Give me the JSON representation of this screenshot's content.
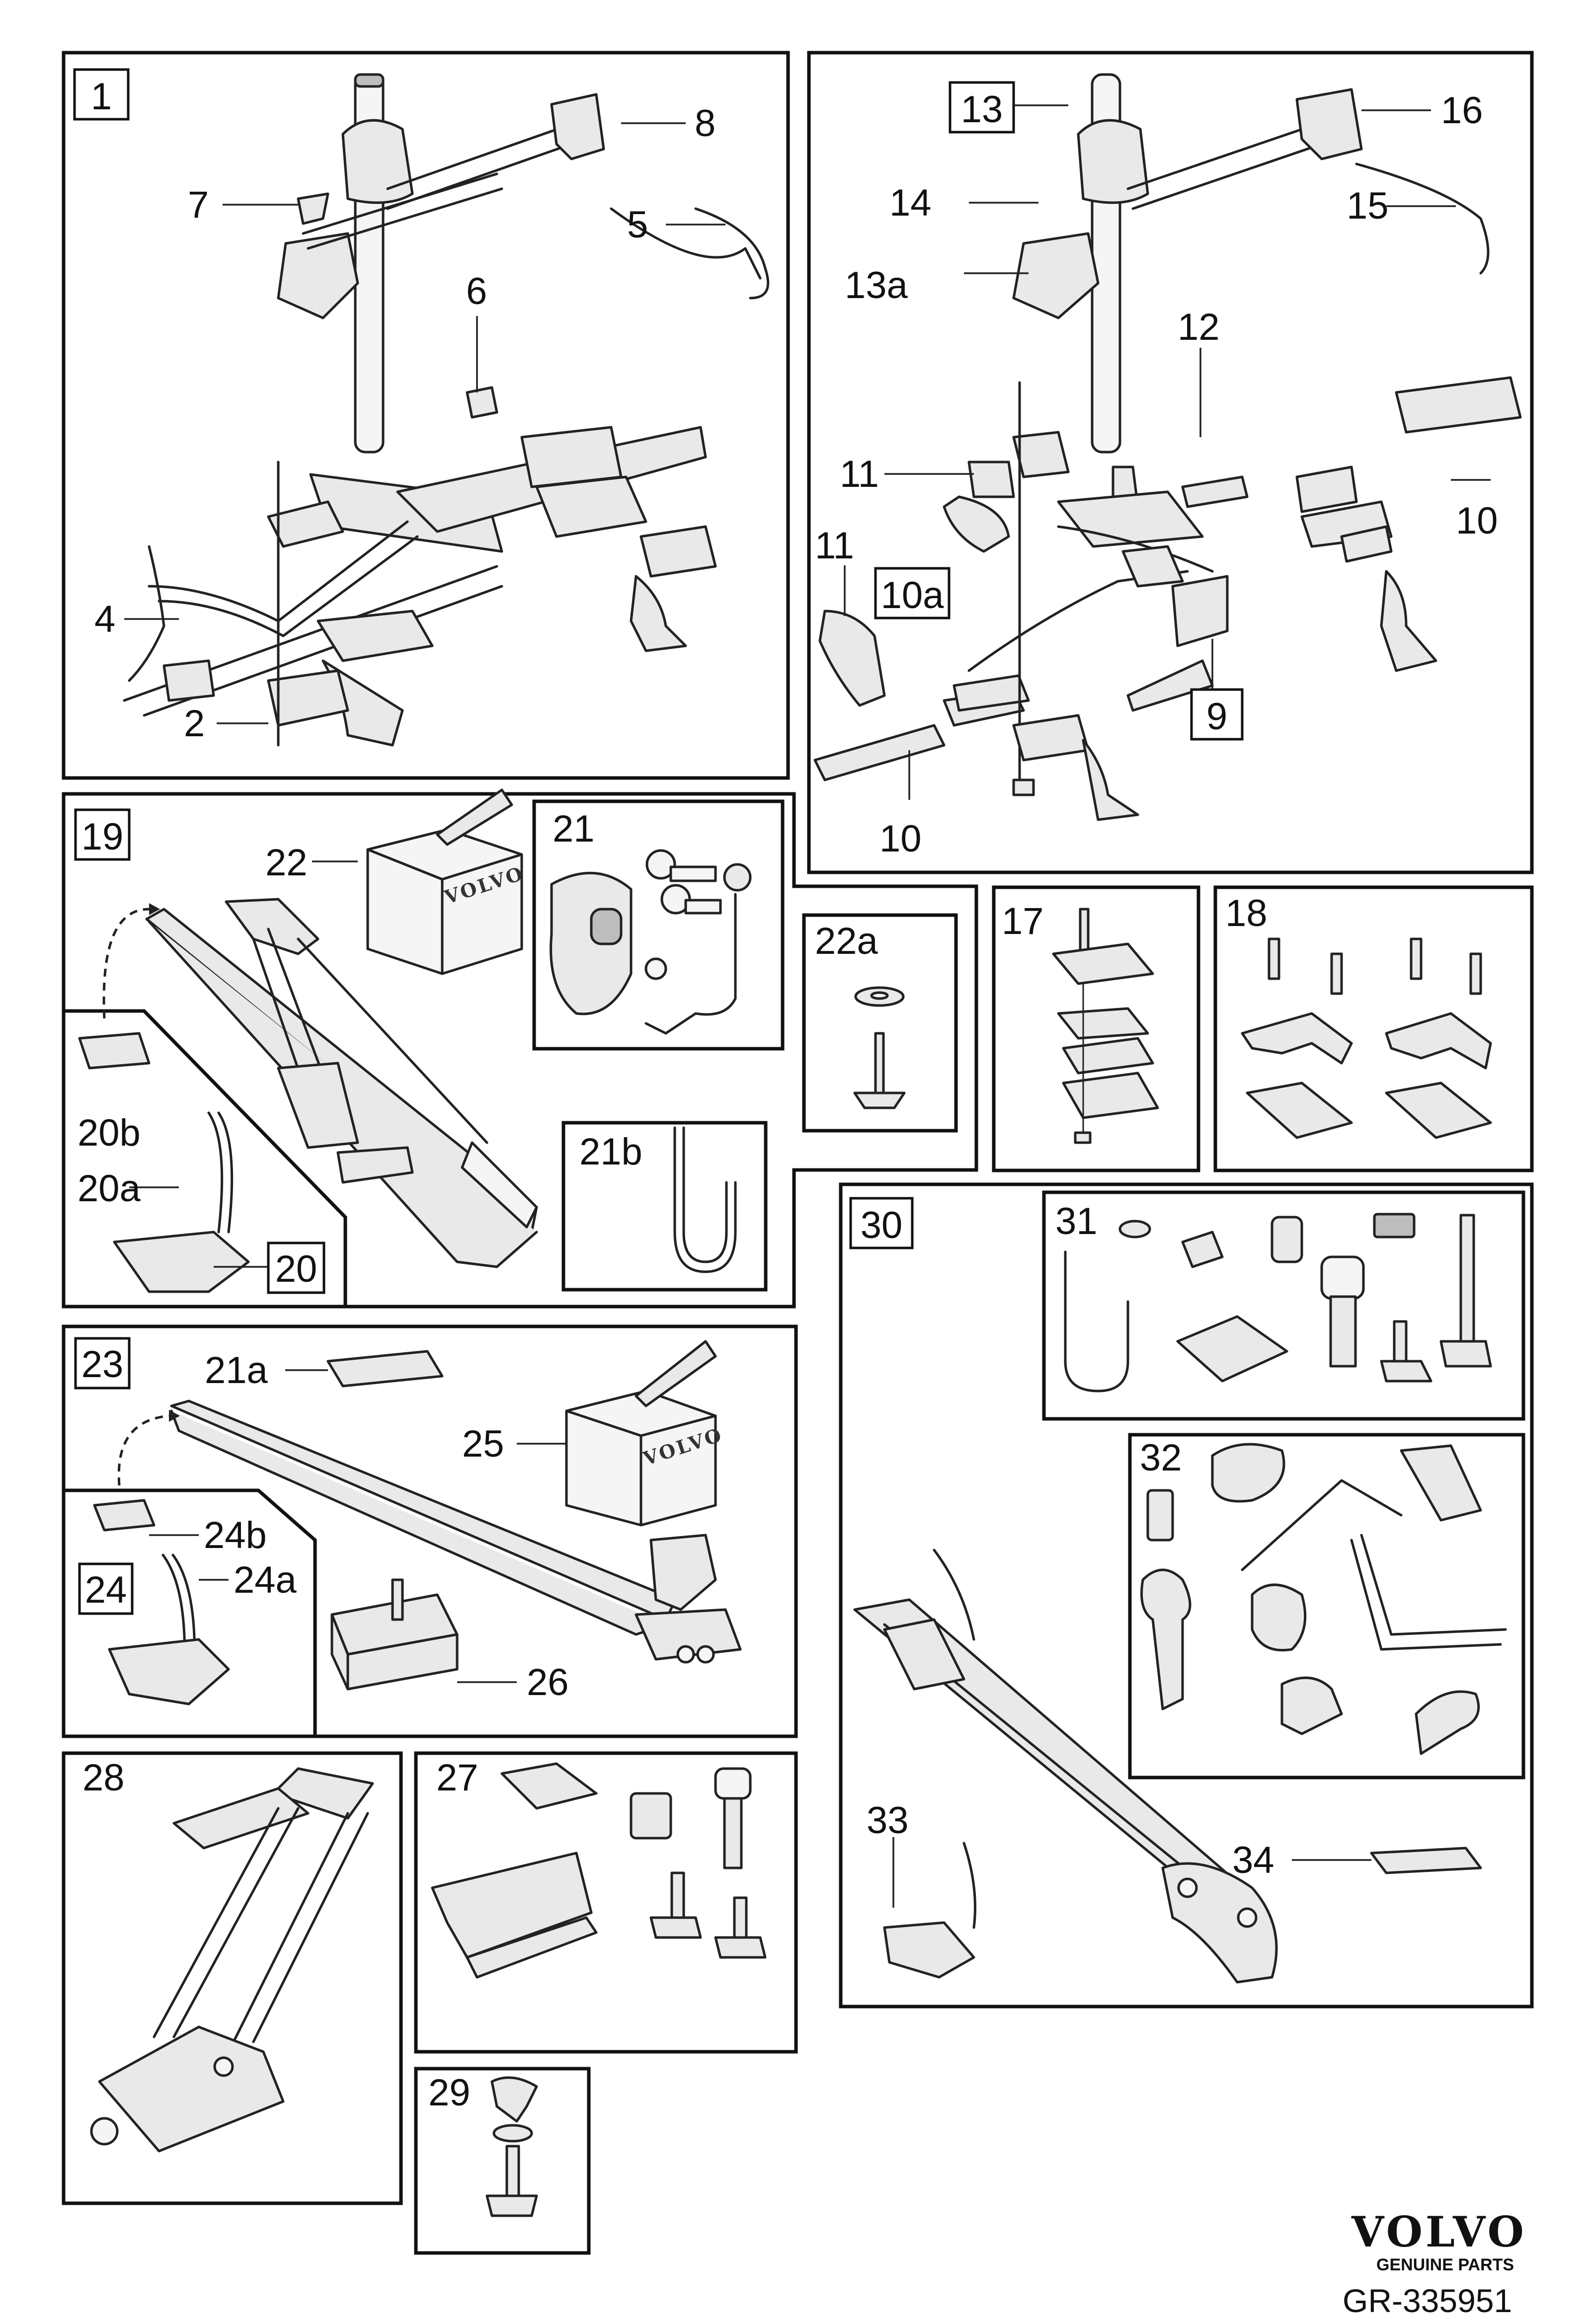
{
  "panels": [
    {
      "id": "1",
      "callouts": [
        "8",
        "7",
        "5",
        "6",
        "4",
        "2"
      ]
    },
    {
      "id": "13",
      "callouts": [
        "16",
        "14",
        "15",
        "13a",
        "12",
        "11",
        "10",
        "11",
        "10a",
        "9",
        "10"
      ]
    },
    {
      "id": "19",
      "callouts": [
        "22",
        "20b",
        "20a",
        "20"
      ]
    },
    {
      "id": "21",
      "callouts": []
    },
    {
      "id": "22a",
      "callouts": []
    },
    {
      "id": "21b",
      "callouts": []
    },
    {
      "id": "17",
      "callouts": []
    },
    {
      "id": "18",
      "callouts": []
    },
    {
      "id": "30",
      "callouts": [
        "33",
        "34"
      ]
    },
    {
      "id": "31",
      "callouts": []
    },
    {
      "id": "32",
      "callouts": []
    },
    {
      "id": "23",
      "callouts": [
        "21a",
        "25",
        "24b",
        "24a",
        "24",
        "26"
      ]
    },
    {
      "id": "28",
      "callouts": []
    },
    {
      "id": "27",
      "callouts": []
    },
    {
      "id": "29",
      "callouts": []
    }
  ],
  "box_print": "VOLVO",
  "brand": {
    "name": "VOLVO",
    "tagline": "GENUINE PARTS"
  },
  "document_ref": "GR-335951",
  "colors": {
    "line": "#111111",
    "part_fill": "#e9e9e9",
    "background": "#ffffff"
  }
}
